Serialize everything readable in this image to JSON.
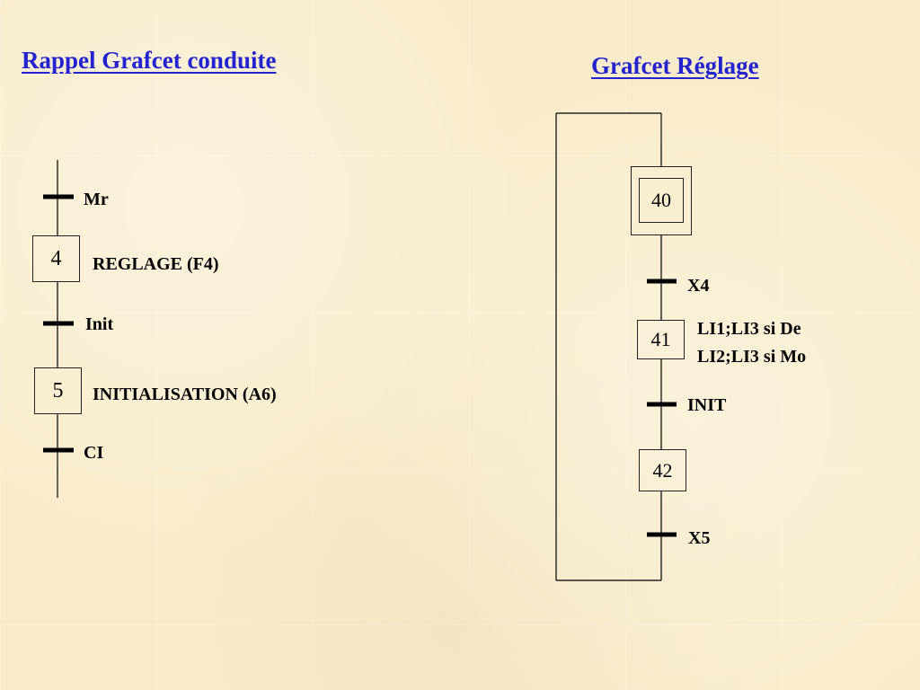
{
  "titles": {
    "left": "Rappel Grafcet conduite",
    "right": "Grafcet Réglage"
  },
  "left_grafcet": {
    "transitions": [
      {
        "label": "Mr"
      },
      {
        "label": "Init"
      },
      {
        "label": "CI"
      }
    ],
    "steps": [
      {
        "number": "4",
        "action": "REGLAGE (F4)"
      },
      {
        "number": "5",
        "action": "INITIALISATION (A6)"
      }
    ]
  },
  "right_grafcet": {
    "initial_step": {
      "number": "40"
    },
    "transitions": [
      {
        "label": "X4"
      },
      {
        "label": "INIT"
      },
      {
        "label": "X5"
      }
    ],
    "steps": [
      {
        "number": "41",
        "action_lines": [
          "LI1;LI3 si De",
          "LI2;LI3 si Mo"
        ]
      },
      {
        "number": "42"
      }
    ]
  },
  "colors": {
    "title": "#2323d0",
    "background": "#f9eccb",
    "line": "#000000"
  }
}
